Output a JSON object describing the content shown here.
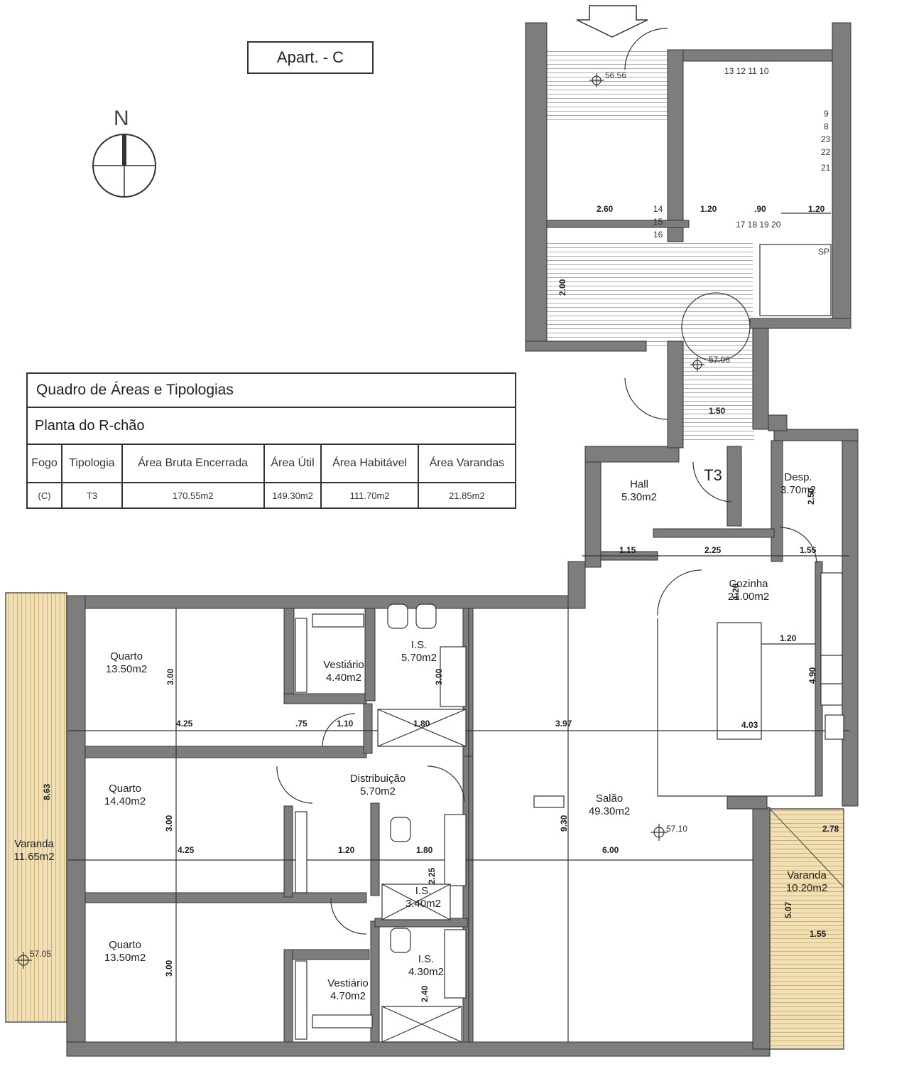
{
  "title": "Apart. - C",
  "north": "N",
  "table": {
    "heading": "Quadro de Áreas e Tipologias",
    "subheading": "Planta do R-chão",
    "columns": [
      "Fogo",
      "Tipologia",
      "Área Bruta Encerrada",
      "Área Útil",
      "Área Habitável",
      "Área Varandas"
    ],
    "row": [
      "(C)",
      "T3",
      "170.55m2",
      "149.30m2",
      "111.70m2",
      "21.85m2"
    ]
  },
  "unit_label": "T3",
  "rooms": {
    "quarto1": {
      "name": "Quarto",
      "area": "13.50m2"
    },
    "quarto2": {
      "name": "Quarto",
      "area": "14.40m2"
    },
    "quarto3": {
      "name": "Quarto",
      "area": "13.50m2"
    },
    "vestiario1": {
      "name": "Vestiário",
      "area": "4.40m2"
    },
    "vestiario2": {
      "name": "Vestiário",
      "area": "4.70m2"
    },
    "is1": {
      "name": "I.S.",
      "area": "5.70m2"
    },
    "is2": {
      "name": "I.S.",
      "area": "3.40m2"
    },
    "is3": {
      "name": "I.S.",
      "area": "4.30m2"
    },
    "distribuicao": {
      "name": "Distribuição",
      "area": "5.70m2"
    },
    "salao": {
      "name": "Salão",
      "area": "49.30m2"
    },
    "cozinha": {
      "name": "Cozinha",
      "area": "21.00m2"
    },
    "hall": {
      "name": "Hall",
      "area": "5.30m2"
    },
    "desp": {
      "name": "Desp.",
      "area": "3.70m2"
    },
    "varanda1": {
      "name": "Varanda",
      "area": "11.65m2"
    },
    "varanda2": {
      "name": "Varanda",
      "area": "10.20m2"
    }
  },
  "levels": {
    "stair_top": "56.56",
    "stair_mid": "57.06",
    "salao": "57.10",
    "varanda": "57.05"
  },
  "stair_numbers": {
    "top": "13 12 11 10",
    "right": [
      "9",
      "8",
      "23",
      "22",
      "21"
    ],
    "bottom_left": [
      "14",
      "15",
      "16"
    ],
    "bottom_right": "17 18 19 20",
    "sp": "SP"
  },
  "dims": {
    "d_425a": "4.25",
    "d_425b": "4.25",
    "d_75": ".75",
    "d_110": "1.10",
    "d_180a": "1.80",
    "d_180b": "1.80",
    "d_397": "3.97",
    "d_600": "6.00",
    "d_120a": "1.20",
    "d_120b": "1.20",
    "d_120c": "1.20",
    "d_300a": "3.00",
    "d_300b": "3.00",
    "d_300c": "3.00",
    "d_300d": "3.00",
    "d_930": "9.30",
    "d_115": "1.15",
    "d_225": "2.25",
    "d_155": "1.55",
    "d_403": "4.03",
    "d_490": "4.90",
    "d_278": "2.78",
    "d_507": "5.07",
    "d_155b": "1.55",
    "d_863": "8.63",
    "d_150": "1.50",
    "d_260": "2.60",
    "d_200": "2.00",
    "d_250": "2.50",
    "d_240": "2.40",
    "d_225b": "2.25",
    "d_90": ".90",
    "d_120d": "1.20",
    "d_120e": "1.20"
  },
  "colors": {
    "wall": "#7d7d7d",
    "hatch": "#d9c08a",
    "line": "#333333"
  }
}
